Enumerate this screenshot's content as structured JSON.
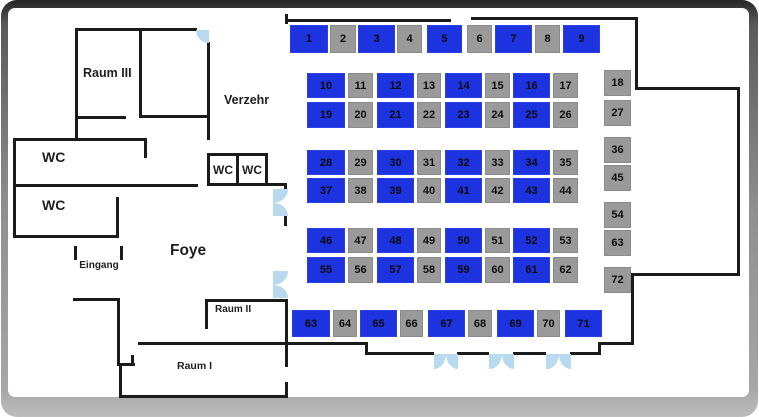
{
  "colors": {
    "table_blue": "#1e33e0",
    "table_gray": "#9a9a9a",
    "wall": "#1b1b1b",
    "door": "#b9d9ef",
    "frame_dark": "#262626",
    "frame_light": "#bdbdbd"
  },
  "rooms": {
    "raum3": "Raum III",
    "verzehr": "Verzehr",
    "wc_top": "WC",
    "wc_bottom": "WC",
    "wc_small_left": "WC",
    "wc_small_right": "WC",
    "foye": "Foye",
    "eingang": "Eingang",
    "raum2": "Raum II",
    "raum1": "Raum I"
  },
  "tables": {
    "top_row": [
      {
        "label": "1",
        "color": "blue"
      },
      {
        "label": "2",
        "color": "gray"
      },
      {
        "label": "3",
        "color": "blue"
      },
      {
        "label": "4",
        "color": "gray"
      },
      {
        "label": "5",
        "color": "blue"
      },
      {
        "label": "6",
        "color": "gray"
      },
      {
        "label": "7",
        "color": "blue"
      },
      {
        "label": "8",
        "color": "gray"
      },
      {
        "label": "9",
        "color": "blue"
      }
    ],
    "block_a_row1": [
      {
        "label": "10",
        "color": "blue"
      },
      {
        "label": "11",
        "color": "gray"
      },
      {
        "label": "12",
        "color": "blue"
      },
      {
        "label": "13",
        "color": "gray"
      },
      {
        "label": "14",
        "color": "blue"
      },
      {
        "label": "15",
        "color": "gray"
      },
      {
        "label": "16",
        "color": "blue"
      },
      {
        "label": "17",
        "color": "gray"
      }
    ],
    "block_a_row2": [
      {
        "label": "19",
        "color": "blue"
      },
      {
        "label": "20",
        "color": "gray"
      },
      {
        "label": "21",
        "color": "blue"
      },
      {
        "label": "22",
        "color": "gray"
      },
      {
        "label": "23",
        "color": "blue"
      },
      {
        "label": "24",
        "color": "gray"
      },
      {
        "label": "25",
        "color": "blue"
      },
      {
        "label": "26",
        "color": "gray"
      }
    ],
    "block_b_row1": [
      {
        "label": "28",
        "color": "blue"
      },
      {
        "label": "29",
        "color": "gray"
      },
      {
        "label": "30",
        "color": "blue"
      },
      {
        "label": "31",
        "color": "gray"
      },
      {
        "label": "32",
        "color": "blue"
      },
      {
        "label": "33",
        "color": "gray"
      },
      {
        "label": "34",
        "color": "blue"
      },
      {
        "label": "35",
        "color": "gray"
      }
    ],
    "block_b_row2": [
      {
        "label": "37",
        "color": "blue"
      },
      {
        "label": "38",
        "color": "gray"
      },
      {
        "label": "39",
        "color": "blue"
      },
      {
        "label": "40",
        "color": "gray"
      },
      {
        "label": "41",
        "color": "blue"
      },
      {
        "label": "42",
        "color": "gray"
      },
      {
        "label": "43",
        "color": "blue"
      },
      {
        "label": "44",
        "color": "gray"
      }
    ],
    "block_c_row1": [
      {
        "label": "46",
        "color": "blue"
      },
      {
        "label": "47",
        "color": "gray"
      },
      {
        "label": "48",
        "color": "blue"
      },
      {
        "label": "49",
        "color": "gray"
      },
      {
        "label": "50",
        "color": "blue"
      },
      {
        "label": "51",
        "color": "gray"
      },
      {
        "label": "52",
        "color": "blue"
      },
      {
        "label": "53",
        "color": "gray"
      }
    ],
    "block_c_row2": [
      {
        "label": "55",
        "color": "blue"
      },
      {
        "label": "56",
        "color": "gray"
      },
      {
        "label": "57",
        "color": "blue"
      },
      {
        "label": "58",
        "color": "gray"
      },
      {
        "label": "59",
        "color": "blue"
      },
      {
        "label": "60",
        "color": "gray"
      },
      {
        "label": "61",
        "color": "blue"
      },
      {
        "label": "62",
        "color": "gray"
      }
    ],
    "bottom_row": [
      {
        "label": "63",
        "color": "blue"
      },
      {
        "label": "64",
        "color": "gray"
      },
      {
        "label": "65",
        "color": "blue"
      },
      {
        "label": "66",
        "color": "gray"
      },
      {
        "label": "67",
        "color": "blue"
      },
      {
        "label": "68",
        "color": "gray"
      },
      {
        "label": "69",
        "color": "blue"
      },
      {
        "label": "70",
        "color": "gray"
      },
      {
        "label": "71",
        "color": "blue"
      }
    ],
    "right_column": [
      {
        "label": "18",
        "color": "gray"
      },
      {
        "label": "27",
        "color": "gray"
      },
      {
        "label": "36",
        "color": "gray"
      },
      {
        "label": "45",
        "color": "gray"
      },
      {
        "label": "54",
        "color": "gray"
      },
      {
        "label": "63",
        "color": "gray"
      },
      {
        "label": "72",
        "color": "gray"
      }
    ]
  }
}
